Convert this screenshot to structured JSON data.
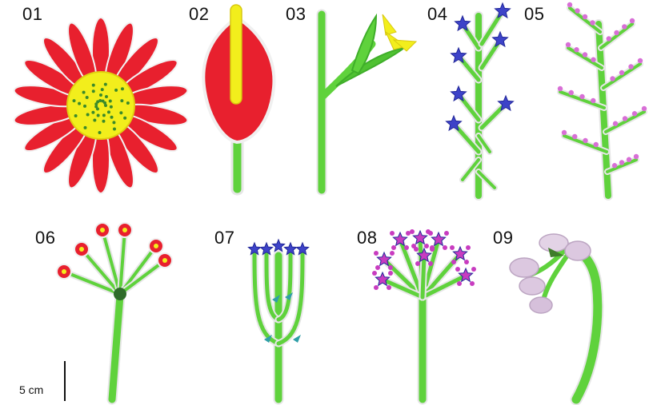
{
  "figure": {
    "specimens": [
      {
        "id": "01",
        "label": "01"
      },
      {
        "id": "02",
        "label": "02"
      },
      {
        "id": "03",
        "label": "03"
      },
      {
        "id": "04",
        "label": "04"
      },
      {
        "id": "05",
        "label": "05"
      },
      {
        "id": "06",
        "label": "06"
      },
      {
        "id": "07",
        "label": "07"
      },
      {
        "id": "08",
        "label": "08"
      },
      {
        "id": "09",
        "label": "09"
      }
    ],
    "scale_bar": {
      "label": "5 cm"
    }
  },
  "colors": {
    "stem": "#5fd23c",
    "stem_dark": "#3fae2a",
    "petal_red": "#e8202e",
    "center_yellow": "#f2ee1c",
    "blue_flower": "#3d43c8",
    "pink_bud": "#d86fd6",
    "magenta_flower": "#c83cc0",
    "lilac_flower": "#d9c6dd",
    "outline": "#e6e6e6"
  }
}
